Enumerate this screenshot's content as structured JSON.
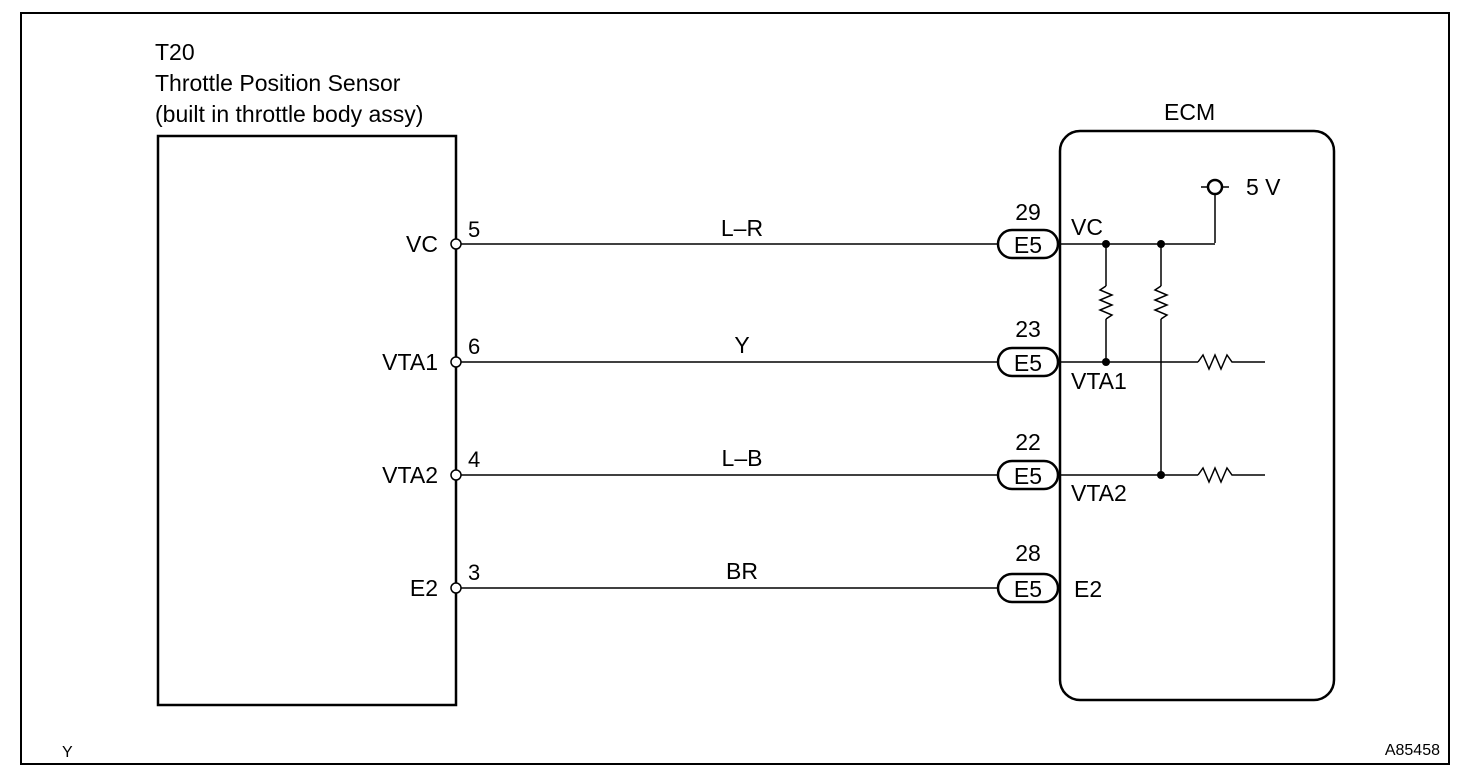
{
  "sensor": {
    "code": "T20",
    "name": "Throttle Position Sensor",
    "note": "(built in throttle body assy)"
  },
  "ecm": {
    "label": "ECM",
    "supply": "5 V"
  },
  "connector": "E5",
  "wires": [
    {
      "sensor_pin_label": "VC",
      "sensor_pin": "5",
      "color": "L–R",
      "ecm_pin": "29",
      "ecm_label": "VC"
    },
    {
      "sensor_pin_label": "VTA1",
      "sensor_pin": "6",
      "color": "Y",
      "ecm_pin": "23",
      "ecm_label": "VTA1"
    },
    {
      "sensor_pin_label": "VTA2",
      "sensor_pin": "4",
      "color": "L–B",
      "ecm_pin": "22",
      "ecm_label": "VTA2"
    },
    {
      "sensor_pin_label": "E2",
      "sensor_pin": "3",
      "color": "BR",
      "ecm_pin": "28",
      "ecm_label": "E2"
    }
  ],
  "footer": {
    "left": "Y",
    "right": "A85458"
  }
}
